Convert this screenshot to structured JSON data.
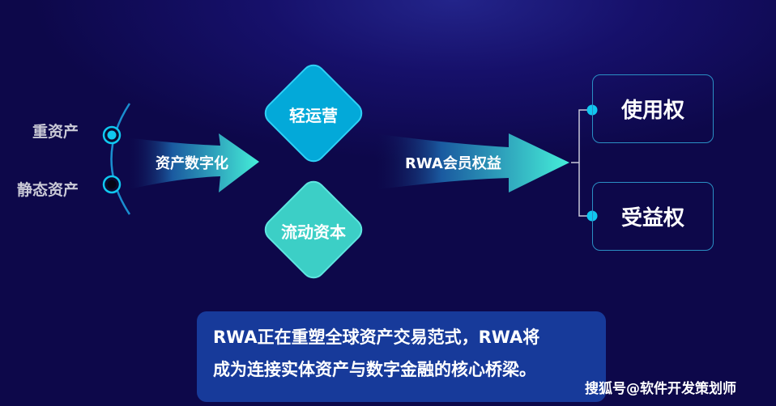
{
  "left_labels": [
    "重资产",
    "静态资产"
  ],
  "arrow1_label": "资产数字化",
  "diamonds": [
    "轻运营",
    "流动资本"
  ],
  "arrow2_label": "RWA会员权益",
  "rights": [
    "使用权",
    "受益权"
  ],
  "summary_lines": [
    "RWA正在重塑全球资产交易范式，RWA将",
    "成为连接实体资产与数字金融的核心桥梁。"
  ],
  "watermark": "搜狐号@软件开发策划师",
  "colors": {
    "background": "#0d084a",
    "diamond1": "#03a9d9",
    "diamond2": "#3ccfc6",
    "accent": "#10c8f0",
    "summary_box": "#173a9a"
  }
}
